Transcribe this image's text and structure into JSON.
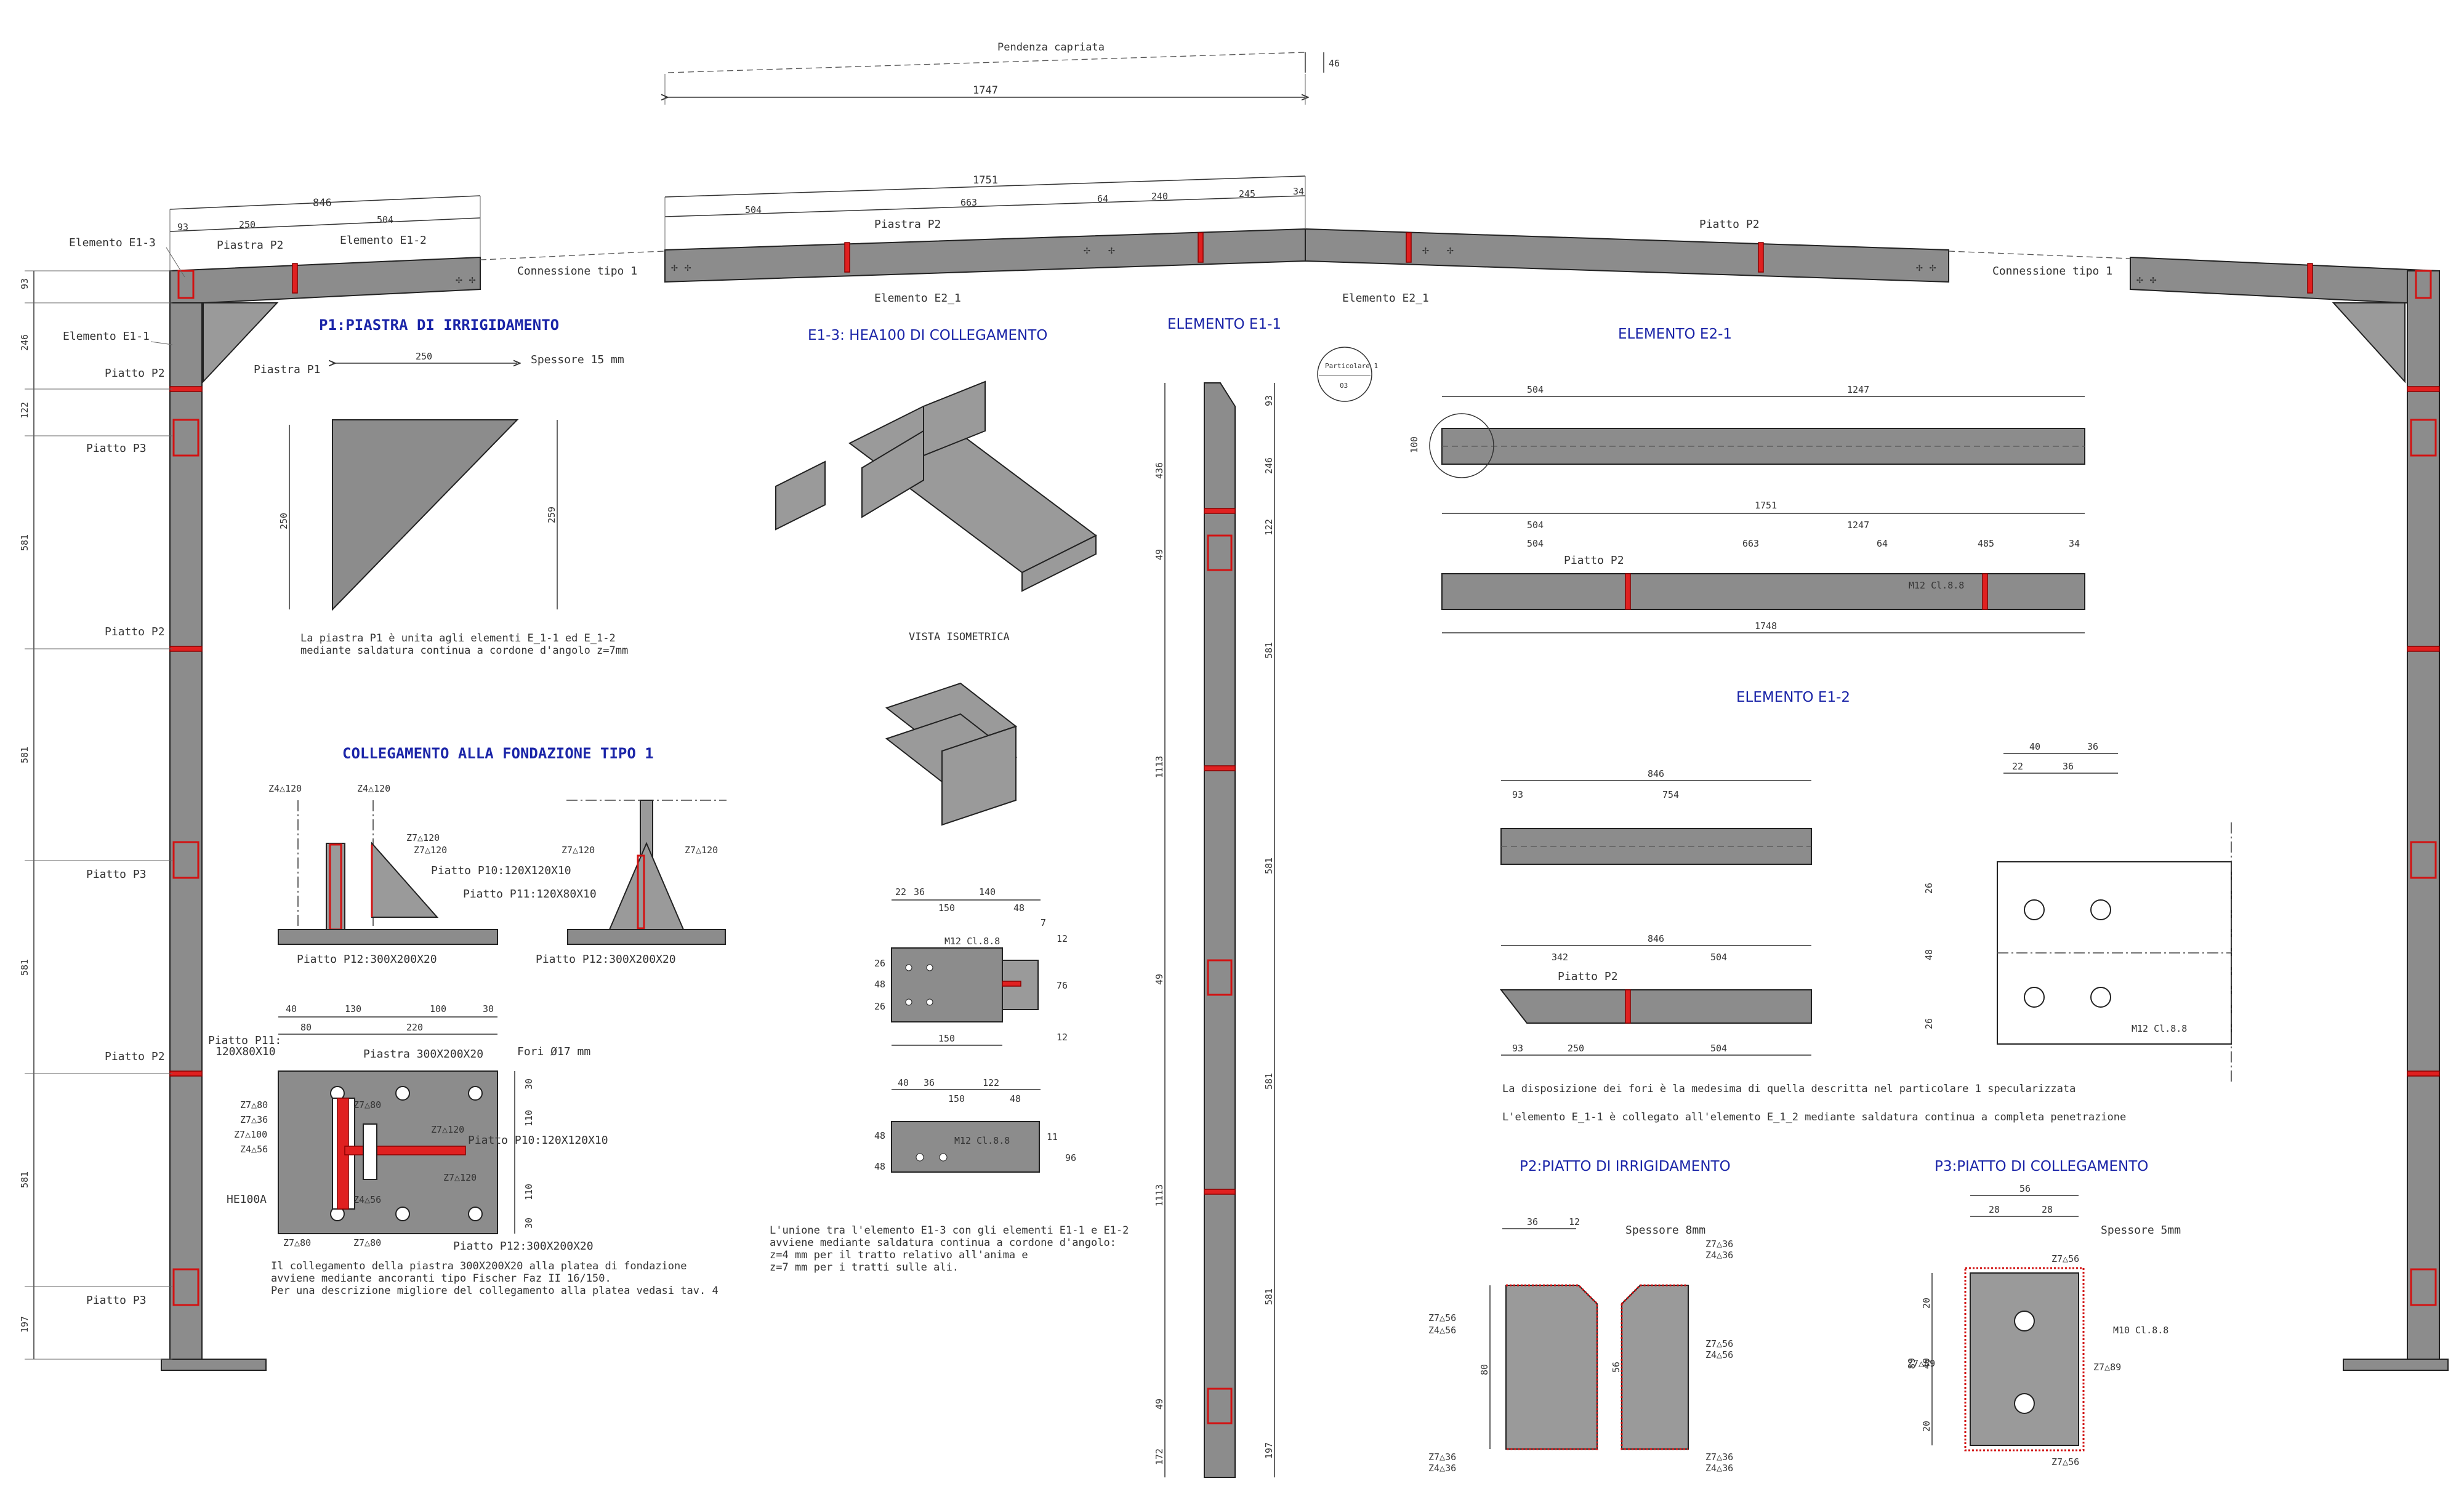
{
  "slope": {
    "label": "Pendenza capriata",
    "rise": "46",
    "length": "1747"
  },
  "frame": {
    "left_column_dims": [
      "93",
      "246",
      "122",
      "581",
      "581",
      "581",
      "581",
      "197"
    ],
    "top_left_dims": {
      "total": "846",
      "a": "93",
      "b": "250",
      "c": "504"
    },
    "top_middle_dims": {
      "total": "1751",
      "a": "504",
      "b": "663",
      "c": "64",
      "d": "240",
      "e": "245",
      "f": "34"
    },
    "labels": {
      "e13": "Elemento E1-3",
      "piastra_p2_a": "Piastra P2",
      "e12": "Elemento E1-2",
      "e11": "Elemento E1-1",
      "piatto_p2": "Piatto P2",
      "piatto_p3": "Piatto P3",
      "piastra_p1": "Piastra P1",
      "conn1": "Connessione tipo 1",
      "e21a": "Elemento E2_1",
      "e21b": "Elemento E2_1",
      "piatto_p2_r": "Piatto P2",
      "piastra_p2_m": "Piastra P2",
      "conn2": "Connessione tipo 1"
    }
  },
  "p1": {
    "title": "P1:PIASTRA DI IRRIGIDAMENTO",
    "width": "250",
    "thickness": "Spessore 15 mm",
    "h_left": "250",
    "h_right": "259",
    "note1": "La piastra P1 è unita agli elementi E_1-1 ed E_1-2",
    "note2": "mediante saldatura continua a cordone d'angolo z=7mm"
  },
  "fond": {
    "title": "COLLEGAMENTO ALLA FONDAZIONE TIPO 1",
    "w1": "Z4△120",
    "w2": "Z4△120",
    "w3": "Z7△120",
    "w4": "Z7△120",
    "w5": "Z7△120",
    "w6": "Z7△120",
    "p10": "Piatto P10:120X120X10",
    "p11": "Piatto P11:120X80X10",
    "p12a": "Piatto P12:300X200X20",
    "p12b": "Piatto P12:300X200X20",
    "plan_dims": [
      "40",
      "130",
      "100",
      "30",
      "80",
      "220"
    ],
    "side_dims": [
      "30",
      "110",
      "110",
      "30"
    ],
    "p11lbl": "Piatto P11:",
    "p11lbl2": "120X80X10",
    "piastra": "Piastra 300X200X20",
    "fori": "Fori Ø17 mm",
    "wa": "Z7△80",
    "wb": "Z7△80",
    "wc": "Z7△36",
    "wd": "Z7△100",
    "we": "Z4△56",
    "wf": "Z7△120",
    "wg": "Piatto P10:120X120X10",
    "wh": "Z7△120",
    "wi": "Z4△56",
    "wj": "Z7△80",
    "wk": "Z7△80",
    "he": "HE100A",
    "p12c": "Piatto P12:300X200X20",
    "note1": "Il collegamento della piastra 300X200X20 alla platea di fondazione",
    "note2": "avviene mediante ancoranti tipo Fischer Faz II 16/150.",
    "note3": "Per una descrizione migliore del collegamento alla platea vedasi tav. 4"
  },
  "e13": {
    "title": "E1-3: HEA100 DI COLLEGAMENTO",
    "iso": "VISTA ISOMETRICA",
    "top_dims": [
      "22",
      "36",
      "150",
      "140",
      "48",
      "7"
    ],
    "side_dims": [
      "26",
      "48",
      "26"
    ],
    "r_dims": [
      "12",
      "76",
      "12"
    ],
    "bolt": "M12 Cl.8.8",
    "b_dims": [
      "150"
    ],
    "top2": [
      "40",
      "36",
      "122",
      "150",
      "48"
    ],
    "bolt2": "M12 Cl.8.8",
    "s2": [
      "48",
      "48"
    ],
    "r2": [
      "11",
      "96"
    ],
    "note1": "L'unione tra l'elemento E1-3 con gli elementi E1-1 e E1-2",
    "note2": "avviene mediante saldatura continua a cordone d'angolo:",
    "note3": "z=4 mm per il tratto relativo all'anima e",
    "note4": "z=7 mm per i tratti sulle ali."
  },
  "e11": {
    "title": "ELEMENTO E1-1",
    "dims_l": [
      "436",
      "49",
      "1113",
      "49",
      "1113",
      "49",
      "172"
    ],
    "dims_r": [
      "93",
      "246",
      "122",
      "581",
      "581",
      "581",
      "581",
      "197"
    ],
    "detail": "Particolare 1",
    "detail_n": "03"
  },
  "e21": {
    "title": "ELEMENTO E2-1",
    "d1": [
      "504",
      "1247"
    ],
    "h": "100",
    "total": "1751",
    "d2": [
      "504",
      "1247"
    ],
    "d3": [
      "504",
      "663",
      "64",
      "485",
      "34"
    ],
    "piatto": "Piatto P2",
    "bolt": "M12 Cl.8.8",
    "bottom": "1748"
  },
  "e12": {
    "title": "ELEMENTO E1-2",
    "d1": [
      "846",
      "93",
      "754"
    ],
    "d2": [
      "846",
      "342",
      "504"
    ],
    "piatto": "Piatto P2",
    "d3": [
      "93",
      "250",
      "504"
    ],
    "note1": "La disposizione dei fori è la medesima di quella descritta nel particolare 1 specularizzata",
    "note2": "L'elemento E_1-1 è collegato all'elemento E_1_2 mediante saldatura continua a completa penetrazione"
  },
  "detail1": {
    "top": [
      "40",
      "36",
      "22",
      "36"
    ],
    "left": [
      "26",
      "48",
      "26"
    ],
    "bolt": "M12 Cl.8.8"
  },
  "p2": {
    "title": "P2:PIATTO DI IRRIGIDAMENTO",
    "thick": "Spessore 8mm",
    "d": [
      "36",
      "12"
    ],
    "h": [
      "80",
      "56"
    ],
    "w": [
      "Z7△36",
      "Z4△36",
      "Z7△36",
      "Z4△36",
      "Z7△56",
      "Z4△56",
      "Z7△56",
      "Z4△56",
      "Z7△36",
      "Z4△36",
      "Z7△36",
      "Z4△36"
    ]
  },
  "p3": {
    "title": "P3:PIATTO DI COLLEGAMENTO",
    "thick": "Spessore 5mm",
    "d": [
      "56",
      "28",
      "28"
    ],
    "h": [
      "89",
      "20",
      "49",
      "20"
    ],
    "bolt": "M10 Cl.8.8",
    "w": [
      "Z7△56",
      "Z7△89",
      "Z7△89",
      "Z7△56"
    ]
  }
}
